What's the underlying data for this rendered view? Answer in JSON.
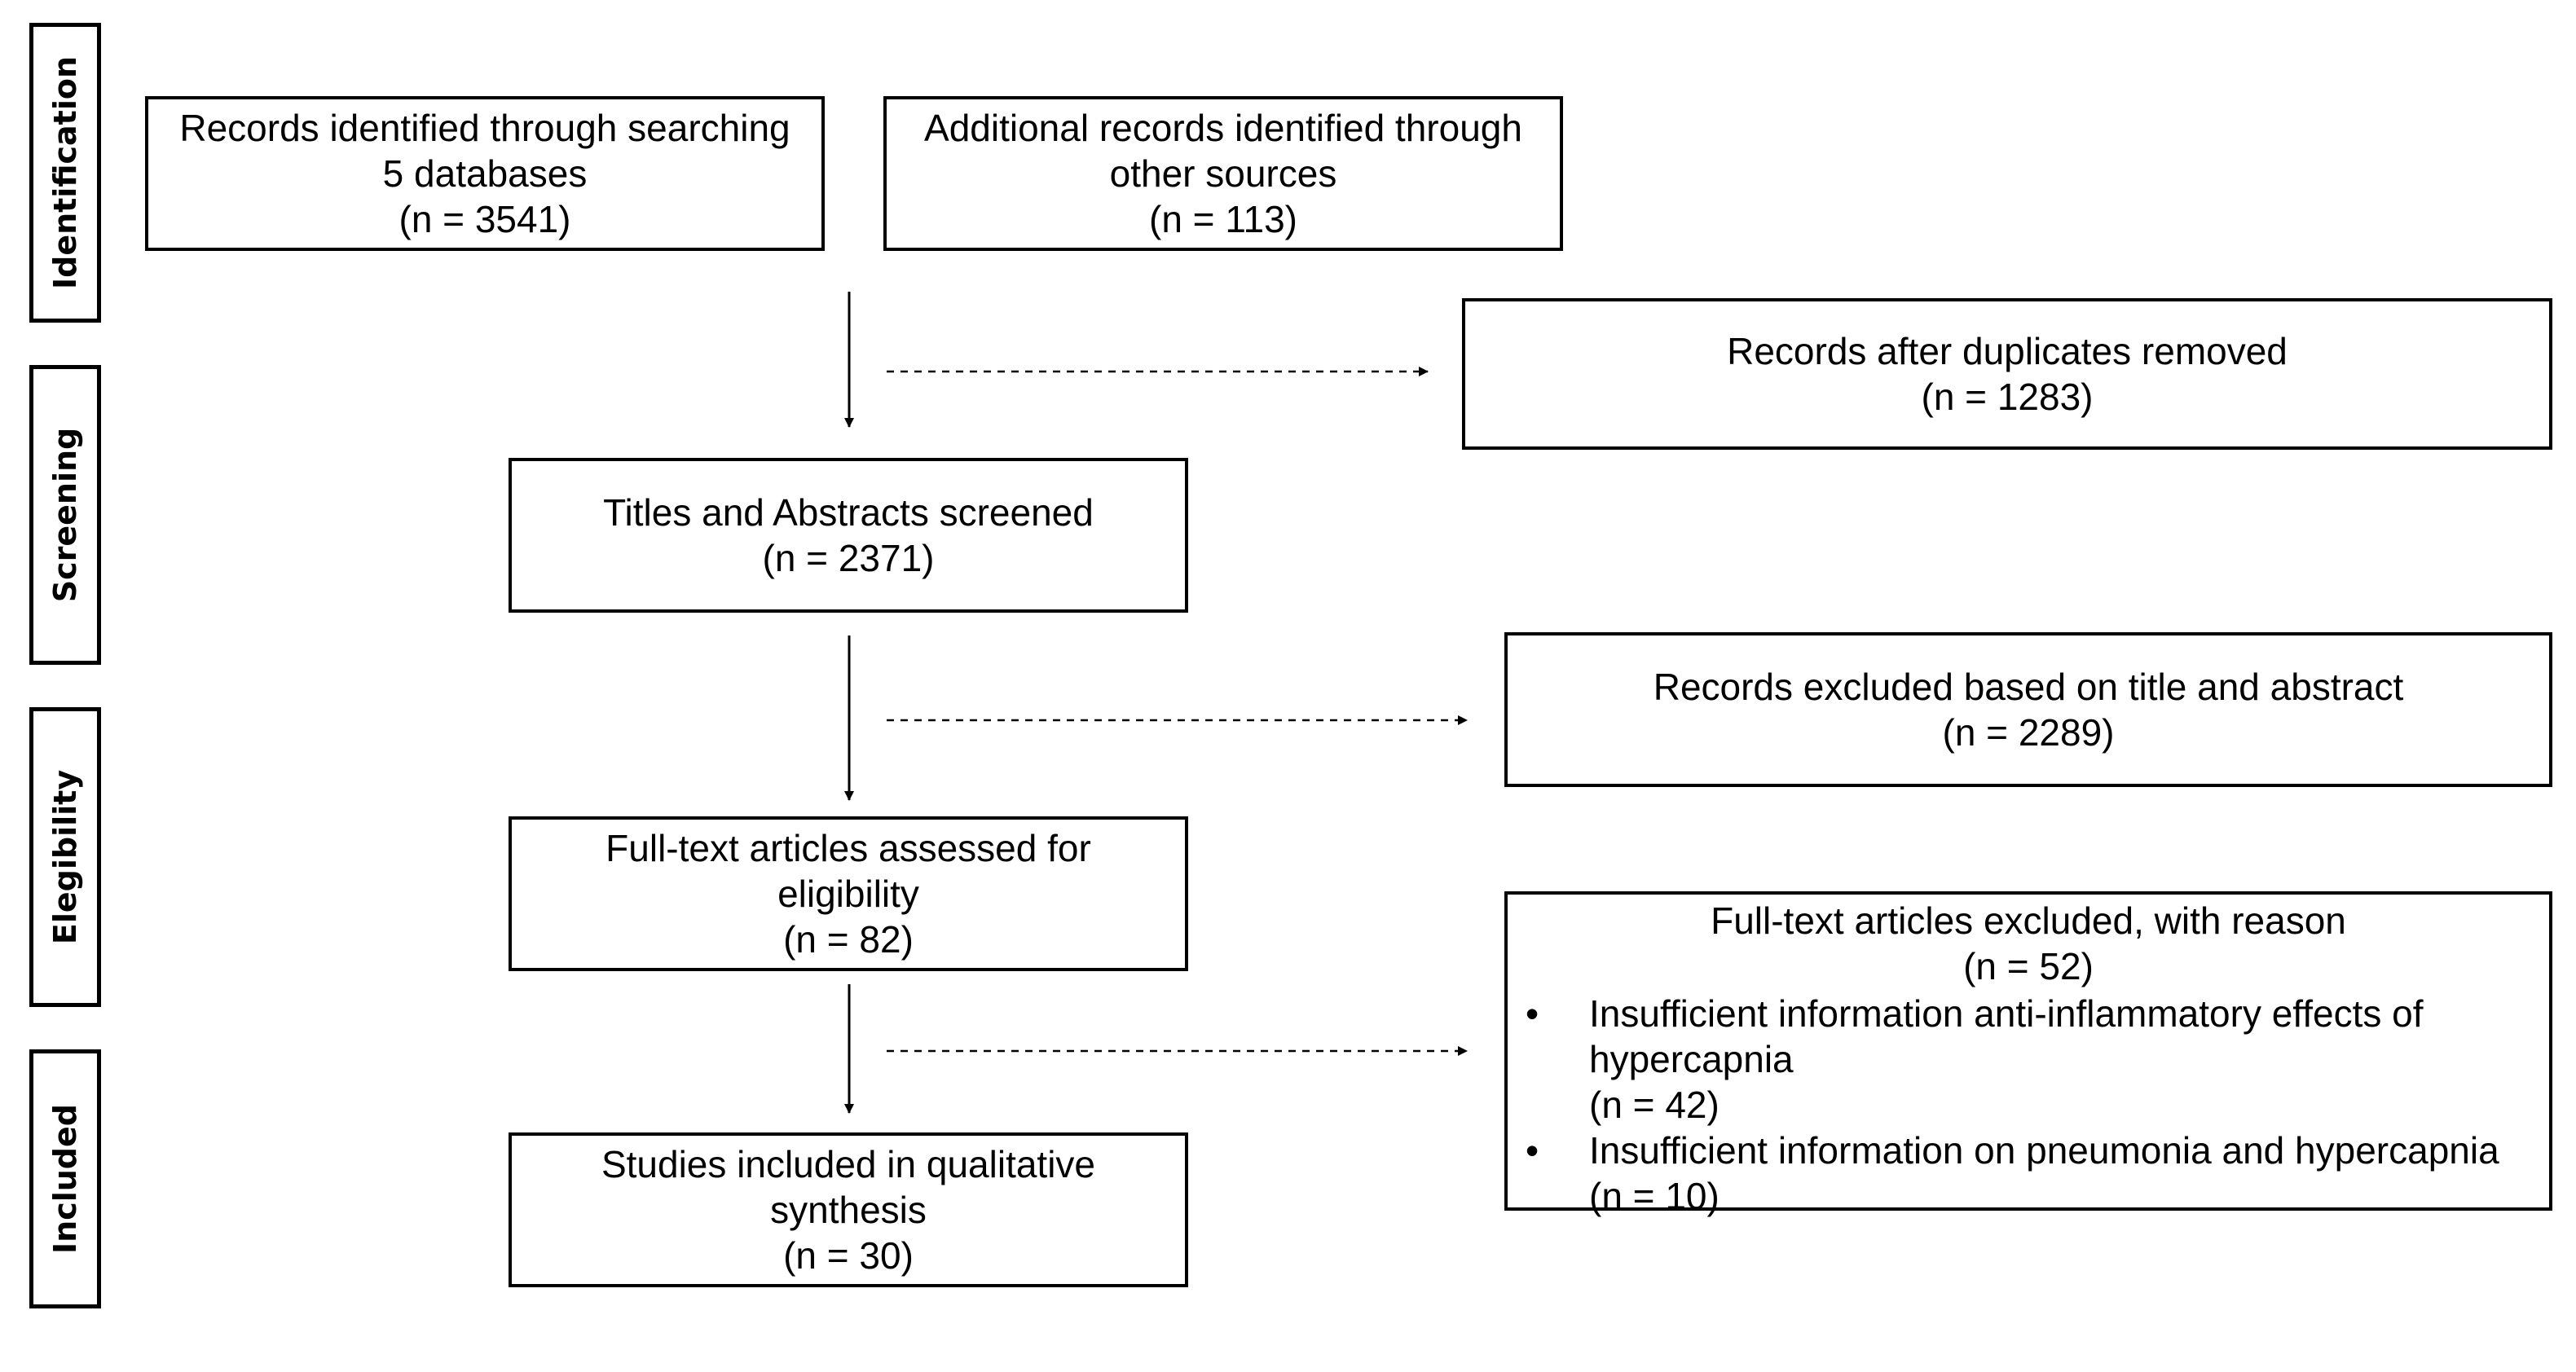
{
  "stages": [
    {
      "label": "Identification"
    },
    {
      "label": "Screening"
    },
    {
      "label": "Elegibility"
    },
    {
      "label": "Included"
    }
  ],
  "boxes": {
    "records_identified": {
      "lines": [
        "Records identified through searching",
        "5 databases",
        "(n = 3541)"
      ]
    },
    "additional_records": {
      "lines": [
        "Additional records identified through",
        "other sources",
        "(n = 113)"
      ]
    },
    "duplicates_removed": {
      "lines": [
        "Records after duplicates removed",
        "(n = 1283)"
      ]
    },
    "screened": {
      "lines": [
        "Titles and Abstracts screened",
        "(n = 2371)"
      ]
    },
    "excluded_title_abstract": {
      "lines": [
        "Records excluded based on title and abstract",
        "(n = 2289)"
      ]
    },
    "fulltext_assessed": {
      "lines": [
        "Full-text articles assessed for",
        "eligibility",
        "(n = 82)"
      ]
    },
    "included": {
      "lines": [
        "Studies included in qualitative",
        "synthesis",
        "(n = 30)"
      ]
    },
    "fulltext_excluded": {
      "title": "Full-text articles excluded, with reason",
      "count": "(n = 52)",
      "bullet_symbol": "•",
      "reasons": [
        {
          "lines": [
            "Insufficient information anti-inflammatory effects of",
            "hypercapnia",
            "(n = 42)"
          ]
        },
        {
          "lines": [
            "Insufficient information on pneumonia and hypercapnia",
            "(n = 10)"
          ]
        }
      ]
    }
  }
}
